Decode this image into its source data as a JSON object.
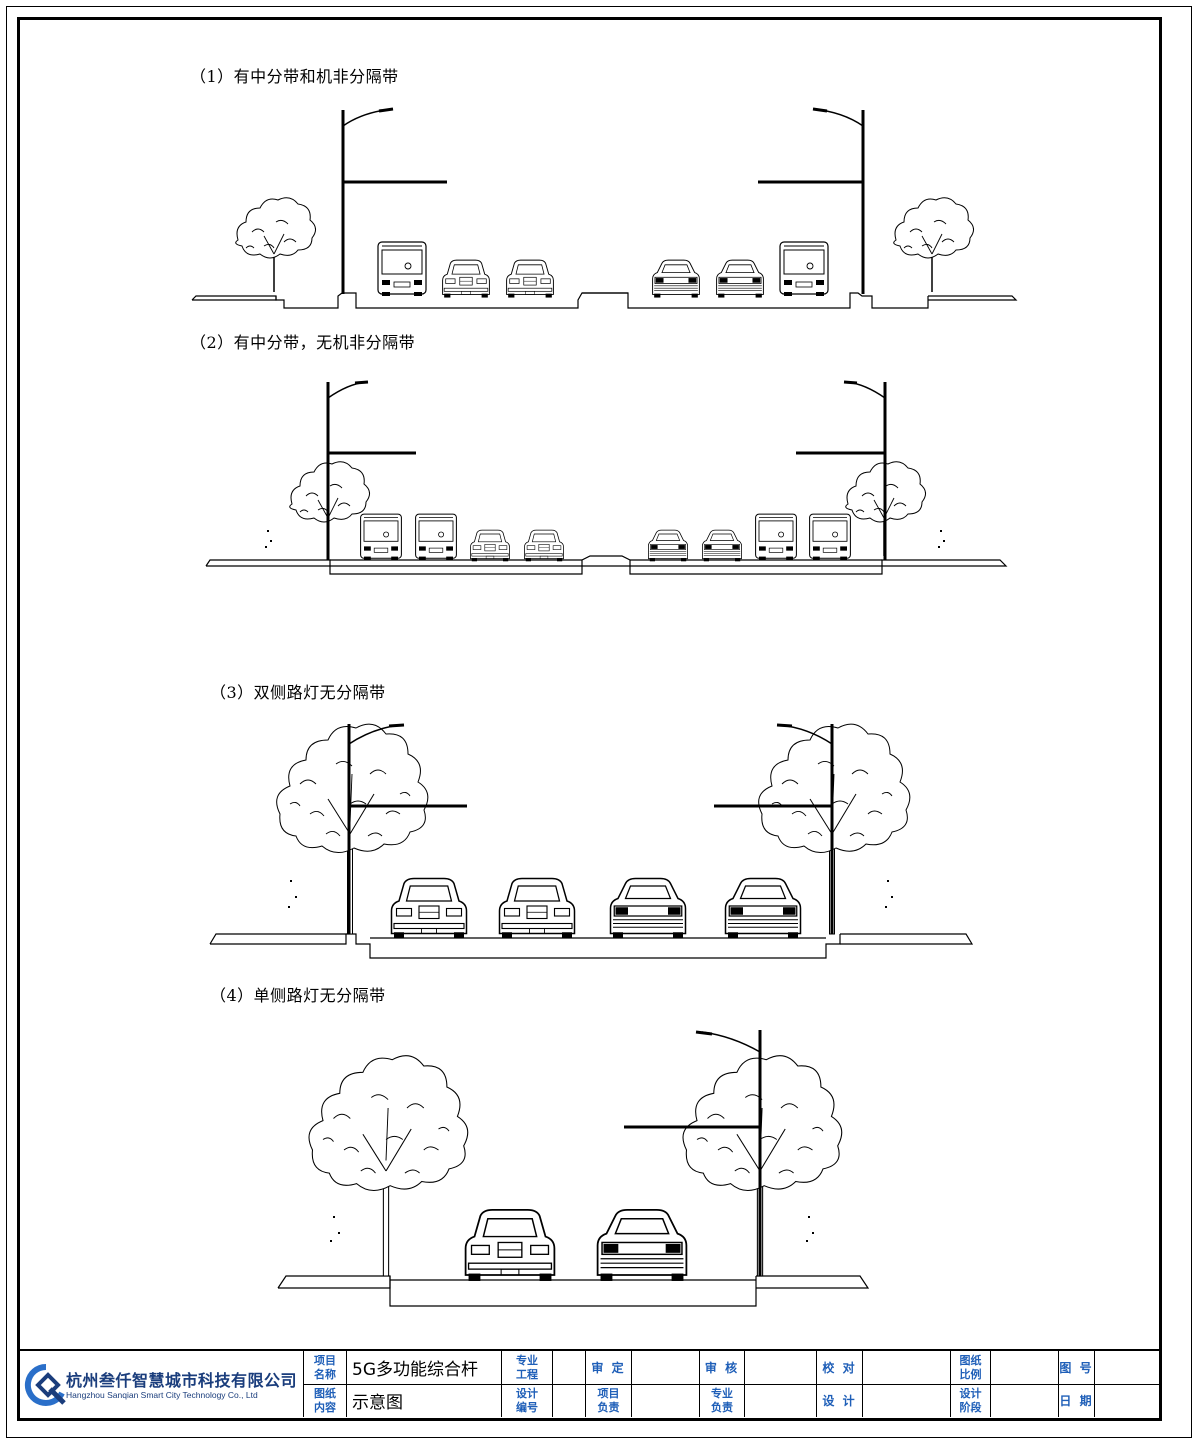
{
  "sections": [
    {
      "label": "（1）有中分带和机非分隔带"
    },
    {
      "label": "（2）有中分带，无机非分隔带"
    },
    {
      "label": "（3）双侧路灯无分隔带"
    },
    {
      "label": "（4）单侧路灯无分隔带"
    }
  ],
  "title_block": {
    "company_cn": "杭州叁仟智慧城市科技有限公司",
    "company_en": "Hangzhou Sanqian Smart City Technology Co., Ltd",
    "project_name_label": "项目\n名称",
    "project_name_value": "5G多功能综合杆",
    "drawing_content_label": "图纸\n内容",
    "drawing_content_value": "示意图",
    "specialty_project_label": "专业\n工程",
    "design_number_label": "设计\n编号",
    "approve_label": "审 定",
    "project_lead_label": "项目\n负责",
    "review_label": "审 核",
    "specialty_lead_label": "专业\n负责",
    "proofread_label": "校 对",
    "design_label": "设 计",
    "scale_label": "图纸\n比例",
    "design_stage_label": "设计\n阶段",
    "drawing_no_label": "图 号",
    "date_label": "日 期"
  },
  "colors": {
    "label_blue": "#1f5fb8",
    "logo_blue": "#1a3d7c",
    "line": "#000000"
  }
}
